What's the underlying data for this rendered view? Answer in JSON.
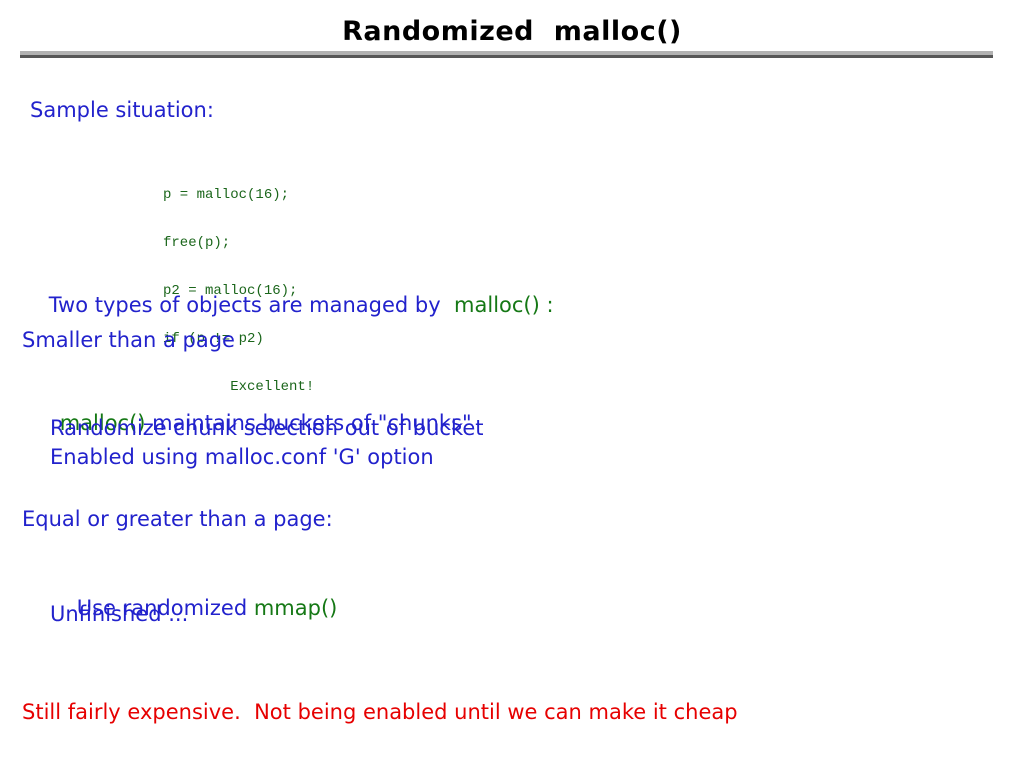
{
  "slide": {
    "title": "Randomized  malloc()",
    "sample": {
      "label": "Sample situation:",
      "code_lines": [
        "p = malloc(16);",
        "free(p);",
        "p2 = malloc(16);",
        "if (p != p2)",
        "        Excellent!"
      ]
    },
    "two_types": {
      "text": "Two types of objects are managed by  ",
      "keyword": "malloc() :"
    },
    "smaller_heading": "Smaller than a page",
    "buckets": {
      "keyword": "malloc()",
      "text": " maintains buckets of \"chunks\""
    },
    "bullet_randomize": "Randomize chunk selection out of bucket",
    "bullet_enabled": "Enabled using malloc.conf 'G' option",
    "equal_heading": "Equal or greater than a page:",
    "mmap": {
      "text": "Use randomized ",
      "keyword": "mmap()"
    },
    "unfinished": "Unfinished ...",
    "footer": "Still fairly expensive.  Not being enabled until we can make it cheap"
  },
  "colors": {
    "body_blue": "#2222cc",
    "keyword_green": "#157815",
    "code_green": "#1b661b",
    "footer_red": "#e60000",
    "title_black": "#000000",
    "separator_light": "#b2b2b2",
    "separator_dark": "#575757"
  }
}
